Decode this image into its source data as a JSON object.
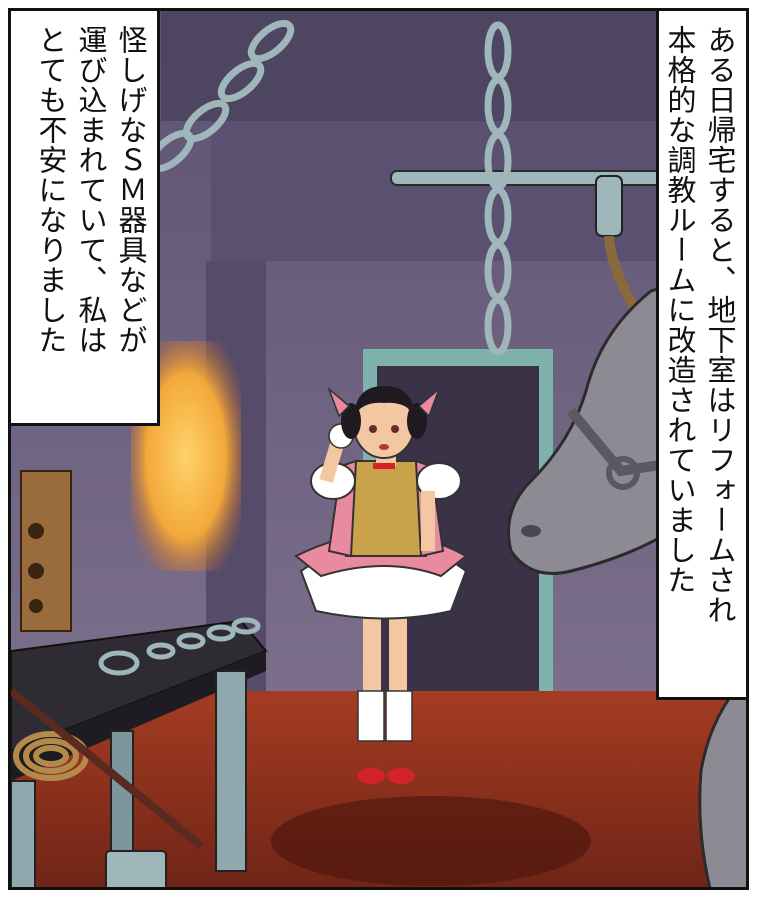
{
  "panel": {
    "captions": {
      "left": {
        "lines": [
          "怪しげなＳＭ器具などが",
          "運び込まれていて、私は",
          "とても不安になりました"
        ]
      },
      "right": {
        "lines": [
          "ある日帰宅すると、地下室はリフォームされ",
          "本格的な調教ルームに改造されていました"
        ]
      }
    }
  },
  "colors": {
    "wall": "#6e6380",
    "wall_dark": "#4e4561",
    "floor": "#8e2e1e",
    "fire": "#f2a83a",
    "costume_pink": "#e98aa0",
    "chain": "#9fb6bb",
    "horse": "#8d8a93"
  }
}
